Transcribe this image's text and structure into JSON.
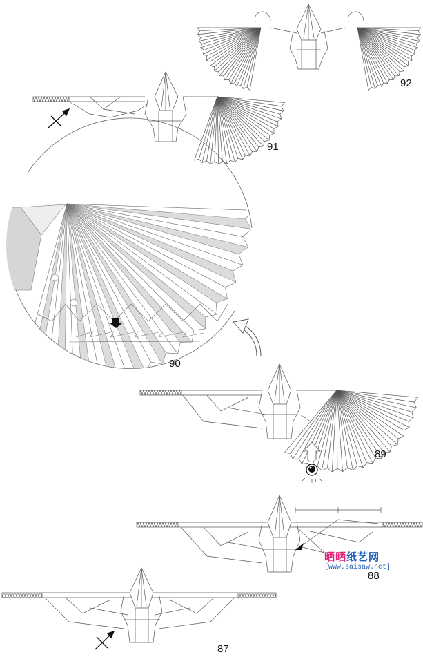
{
  "steps": [
    {
      "id": "step-92",
      "label": "92"
    },
    {
      "id": "step-91",
      "label": "91"
    },
    {
      "id": "step-90",
      "label": "90"
    },
    {
      "id": "step-89",
      "label": "89"
    },
    {
      "id": "step-88",
      "label": "88"
    },
    {
      "id": "step-87",
      "label": "87"
    }
  ],
  "watermark": {
    "logo_part1": "晒晒",
    "logo_part2": "纸艺网",
    "url": "[www.saisaw.net]"
  },
  "colors": {
    "line": "#444444",
    "shade": "#bdbdbd",
    "arrow": "#111111"
  }
}
